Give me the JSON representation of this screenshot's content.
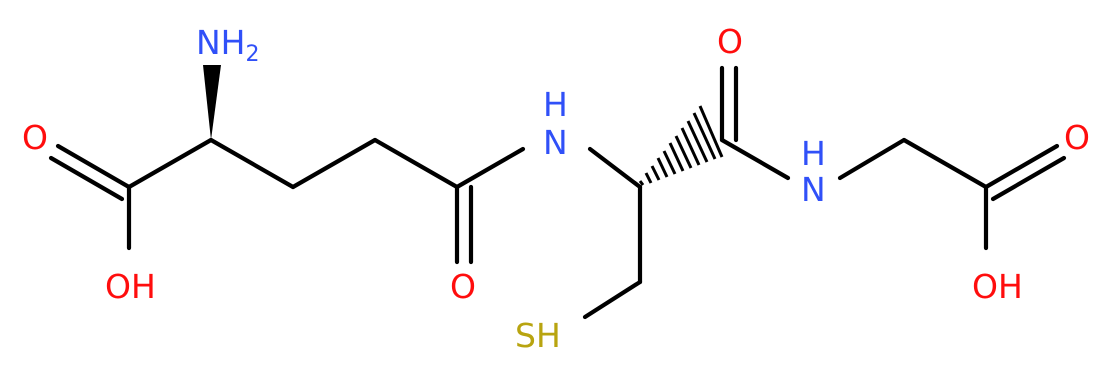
{
  "molecule": {
    "atoms": [
      {
        "id": "n_amino",
        "element": "N",
        "text": "NH",
        "subscript": "2",
        "color": "#3050f8"
      },
      {
        "id": "o_acid1_carbonyl",
        "element": "O",
        "text": "O",
        "color": "#ff0d0d"
      },
      {
        "id": "o_acid1_hydroxyl",
        "element": "O",
        "text": "OH",
        "color": "#ff0d0d"
      },
      {
        "id": "o_amide1",
        "element": "O",
        "text": "O",
        "color": "#ff0d0d"
      },
      {
        "id": "n_amide1",
        "element": "N",
        "text": "H",
        "subtext": "N",
        "color": "#3050f8"
      },
      {
        "id": "o_amide2",
        "element": "O",
        "text": "O",
        "color": "#ff0d0d"
      },
      {
        "id": "n_amide2",
        "element": "N",
        "text": "H",
        "subtext": "N",
        "color": "#3050f8"
      },
      {
        "id": "s_thiol",
        "element": "S",
        "text": "SH",
        "color": "#b8a410"
      },
      {
        "id": "o_acid2_carbonyl",
        "element": "O",
        "text": "O",
        "color": "#ff0d0d"
      },
      {
        "id": "o_acid2_hydroxyl",
        "element": "O",
        "text": "OH",
        "color": "#ff0d0d"
      }
    ],
    "bond_color": "#000000"
  }
}
